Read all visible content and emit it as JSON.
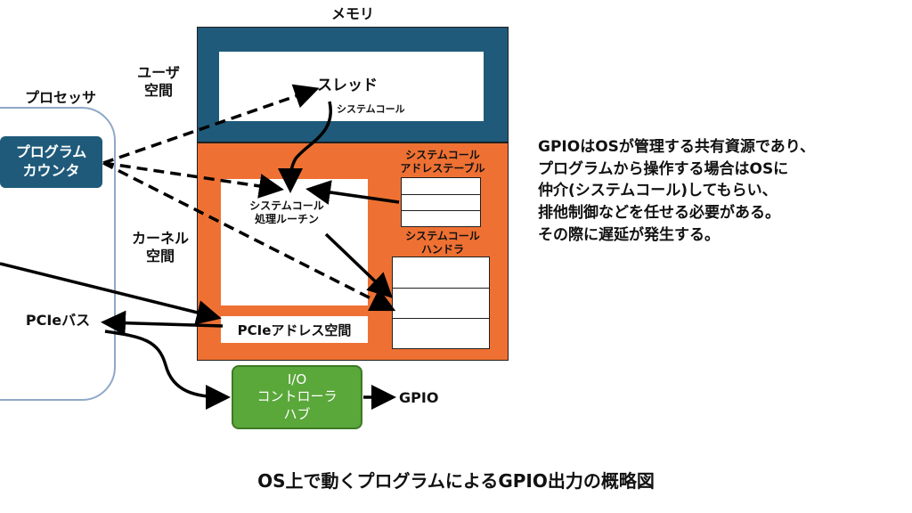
{
  "memory_label": "メモリ",
  "processor_label": "プロセッサ",
  "user_space_label": [
    "ユーザ",
    "空間"
  ],
  "kernel_space_label": [
    "カーネル",
    "空間"
  ],
  "program_counter_label": [
    "プログラム",
    "カウンタ"
  ],
  "thread_label": "スレッド",
  "syscall_label": "システムコール",
  "syscall_routine_label": [
    "システムコール",
    "処理ルーチン"
  ],
  "syscall_addr_table_label": [
    "システムコール",
    "アドレステーブル"
  ],
  "syscall_handler_label": [
    "システムコール",
    "ハンドラ"
  ],
  "pcie_addr_label": "PCIeアドレス空間",
  "pcie_bus_label": "PCIeバス",
  "io_hub_label": [
    "I/O",
    "コントローラ",
    "ハブ"
  ],
  "gpio_label": "GPIO",
  "note": [
    "GPIOはOSが管理する共有資源であり、",
    "プログラムから操作する場合はOSに",
    "仲介(システムコール)してもらい、",
    "排他制御などを任せる必要がある。",
    "その際に遅延が発生する。"
  ],
  "footer_caption": "OS上で動くプログラムによるGPIO出力の概略図",
  "colors": {
    "memory_user": "#1f5a7a",
    "memory_kernel": "#ee7133",
    "program_counter": "#1f5a7a",
    "io_hub": "#5aa73a",
    "processor_border": "#8fa8c8"
  }
}
